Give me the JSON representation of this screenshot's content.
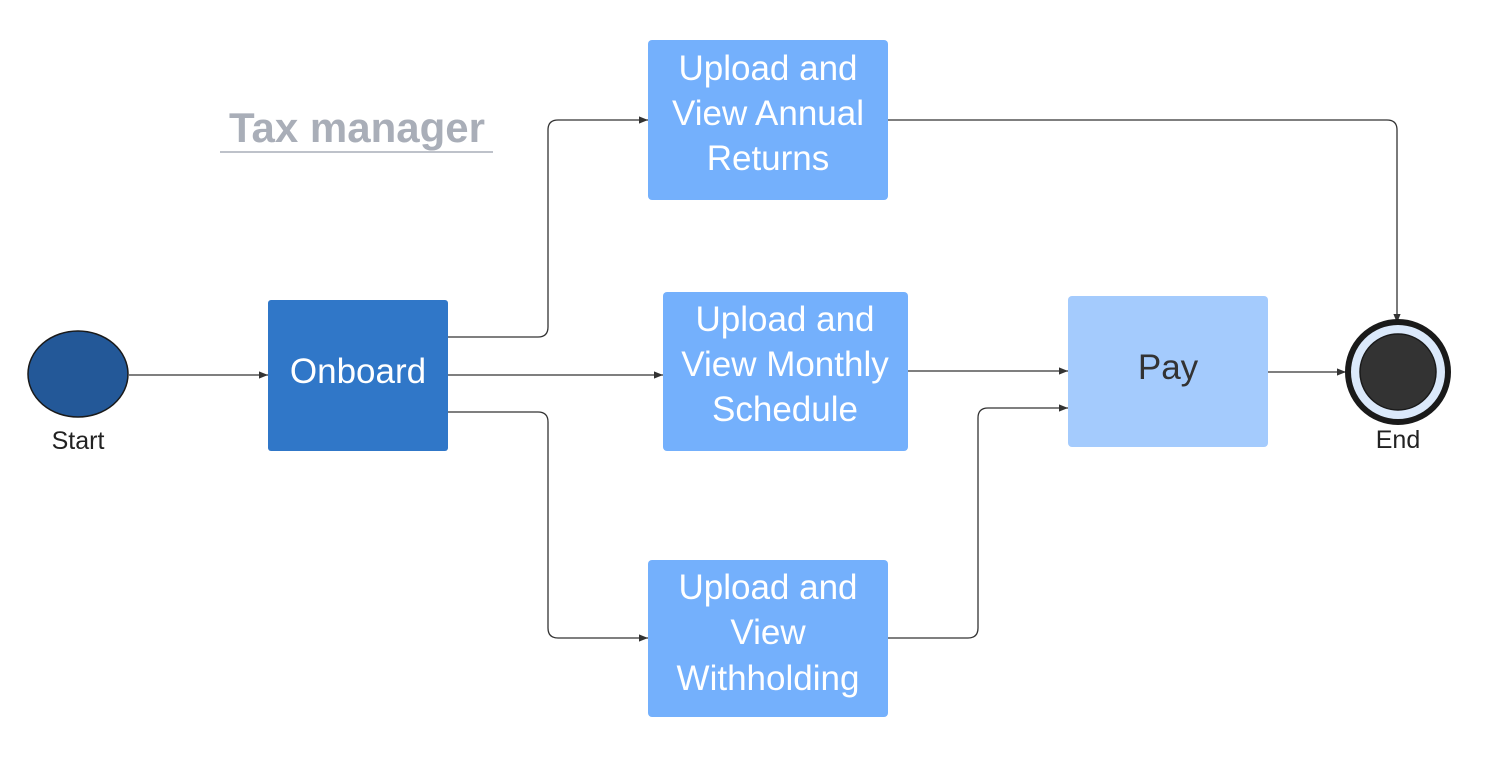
{
  "title": "Tax manager",
  "colors": {
    "start_fill": "#235898",
    "onboard_fill": "#3077c8",
    "task_fill": "#74b0fc",
    "pay_fill": "#a4cbfd",
    "end_ring": "#dbe9fb",
    "end_core": "#333333",
    "title_color": "#a9aeb8",
    "connector": "#333333"
  },
  "nodes": {
    "start": {
      "label": "Start"
    },
    "onboard": {
      "label": "Onboard"
    },
    "annual": {
      "lines": [
        "Upload and",
        "View Annual",
        "Returns"
      ]
    },
    "monthly": {
      "lines": [
        "Upload and",
        "View Monthly",
        "Schedule"
      ]
    },
    "withholding": {
      "lines": [
        "Upload and",
        "View",
        "Withholding"
      ]
    },
    "pay": {
      "label": "Pay"
    },
    "end": {
      "label": "End"
    }
  }
}
